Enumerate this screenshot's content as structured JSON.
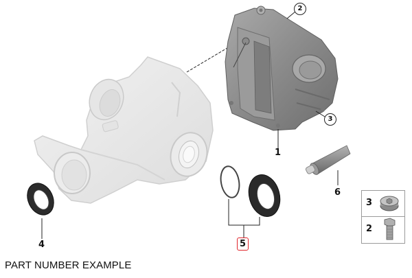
{
  "caption": "PART NUMBER EXAMPLE",
  "callouts": [
    {
      "id": "1",
      "label": "1",
      "part": "rear-cover"
    },
    {
      "id": "2",
      "label": "2",
      "part": "bolt",
      "style": "circled"
    },
    {
      "id": "3",
      "label": "3",
      "part": "screw-plug",
      "style": "circled"
    },
    {
      "id": "4",
      "label": "4",
      "part": "shaft-seal-left"
    },
    {
      "id": "5",
      "label": "5",
      "part": "seal-and-circlip-kit",
      "style": "highlighted"
    },
    {
      "id": "6",
      "label": "6",
      "part": "sealant-tube"
    }
  ],
  "inset": {
    "items": [
      {
        "label": "3",
        "part": "screw-plug"
      },
      {
        "label": "2",
        "part": "bolt"
      }
    ]
  },
  "colors": {
    "highlight_border": "#e0242b",
    "housing_light": "#e9e9e9",
    "cover_gray": "#8c8c8c",
    "seal_dark": "#2b2b2b"
  }
}
